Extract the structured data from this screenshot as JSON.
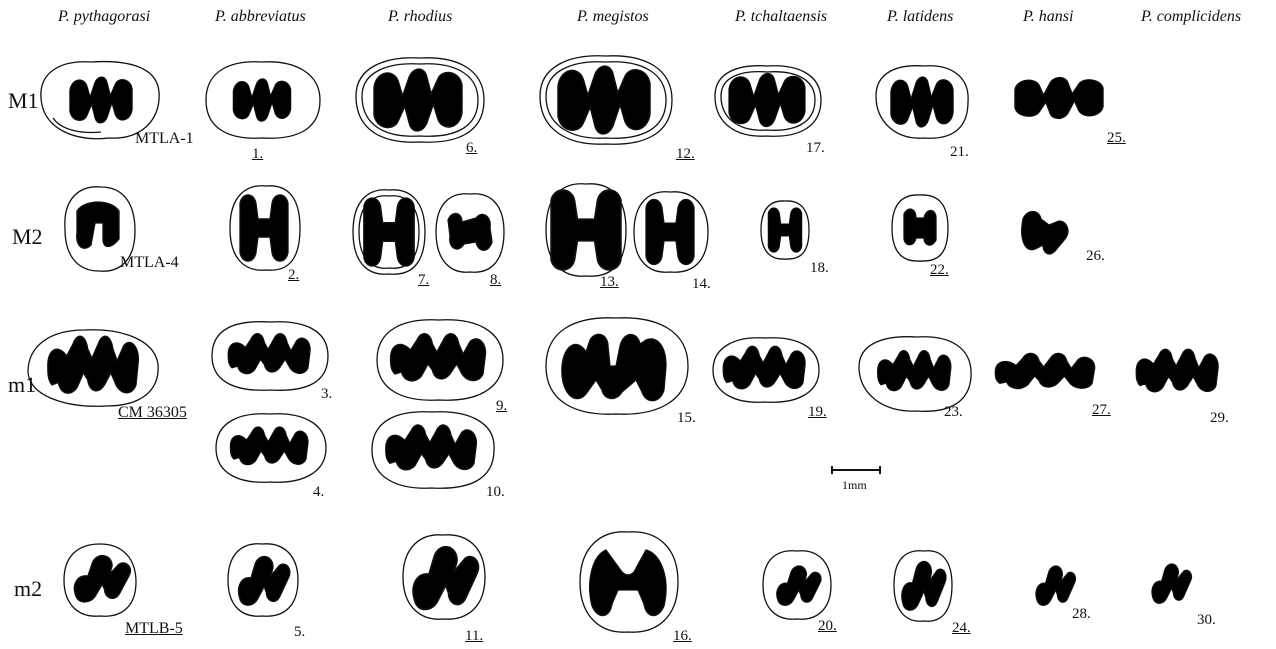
{
  "species": {
    "pythagorasi": "P. pythagorasi",
    "abbreviatus": "P. abbreviatus",
    "rhodius": "P. rhodius",
    "megistos": "P. megistos",
    "tchaltaensis": "P. tchaltaensis",
    "latidens": "P. latidens",
    "hansi": "P. hansi",
    "complicidens": "P. complicidens"
  },
  "rows": {
    "M1": "M1",
    "M2": "M2",
    "m1": "m1",
    "m2": "m2"
  },
  "specimens": {
    "M1": "MTLA-1",
    "M2": "MTLA-4",
    "m1": "CM 36305",
    "m2": "MTLB-5"
  },
  "figures": {
    "n1": "1.",
    "n2": "2.",
    "n3": "3.",
    "n4": "4.",
    "n5": "5.",
    "n6": "6.",
    "n7": "7.",
    "n8": "8.",
    "n9": "9.",
    "n10": "10.",
    "n11": "11.",
    "n12": "12.",
    "n13": "13.",
    "n14": "14.",
    "n15": "15.",
    "n16": "16.",
    "n17": "17.",
    "n18": "18.",
    "n19": "19.",
    "n20": "20.",
    "n21": "21.",
    "n22": "22.",
    "n23": "23.",
    "n24": "24.",
    "n25": "25.",
    "n26": "26.",
    "n27": "27.",
    "n28": "28.",
    "n29": "29.",
    "n30": "30."
  },
  "scale_label": "1mm",
  "colors": {
    "ink": "#111111",
    "enamel_fill": "#000000",
    "background": "#ffffff"
  }
}
